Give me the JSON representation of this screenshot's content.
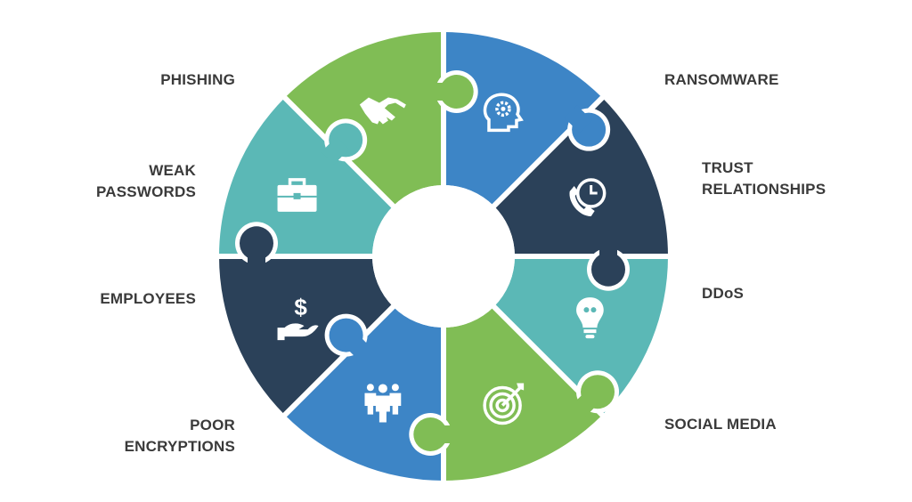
{
  "diagram": {
    "segments": [
      {
        "id": "phishing",
        "label_lines": [
          "PHISHING"
        ],
        "color": "#3D85C6",
        "icon": "head-gear-icon"
      },
      {
        "id": "ransomware",
        "label_lines": [
          "RANSOMWARE"
        ],
        "color": "#2B4159",
        "icon": "phone-clock-icon"
      },
      {
        "id": "trust-relationships",
        "label_lines": [
          "TRUST",
          "RELATIONSHIPS"
        ],
        "color": "#5BB8B6",
        "icon": "lightbulb-icon"
      },
      {
        "id": "ddos",
        "label_lines": [
          "DDoS"
        ],
        "color": "#80BD55",
        "icon": "target-icon"
      },
      {
        "id": "social-media",
        "label_lines": [
          "SOCIAL MEDIA"
        ],
        "color": "#3D85C6",
        "icon": "people-group-icon"
      },
      {
        "id": "poor-encryptions",
        "label_lines": [
          "POOR",
          "ENCRYPTIONS"
        ],
        "color": "#2B4159",
        "icon": "hand-dollar-icon"
      },
      {
        "id": "employees",
        "label_lines": [
          "EMPLOYEES"
        ],
        "color": "#5BB8B6",
        "icon": "briefcase-icon"
      },
      {
        "id": "weak-passwords",
        "label_lines": [
          "WEAK",
          "PASSWORDS"
        ],
        "color": "#80BD55",
        "icon": "handshake-icon"
      }
    ]
  }
}
